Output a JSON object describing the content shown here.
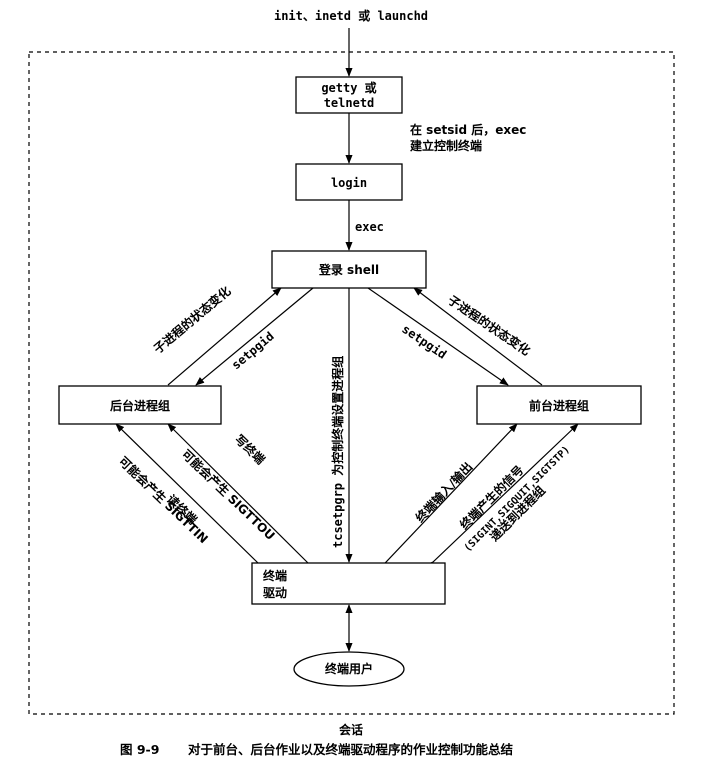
{
  "top_label": "init、inetd 或 launchd",
  "nodes": {
    "getty_line1": "getty 或",
    "getty_line2": "telnetd",
    "login": "login",
    "login_shell": "登录 shell",
    "background": "后台进程组",
    "foreground": "前台进程组",
    "driver_line1": "终端",
    "driver_line2": "驱动",
    "user": "终端用户"
  },
  "edges": {
    "setsid_line1": "在 setsid 后，exec",
    "setsid_line2": "建立控制终端",
    "exec": "exec",
    "child_change_left": "子进程的状态变化",
    "child_change_right": "子进程的状态变化",
    "setpgid_left": "setpgid",
    "setpgid_right": "setpgid",
    "tcsetpgrp": "tcsetpgrp 为控制终端设置进程组",
    "sigttin": "可能会产生 SIGTTIN",
    "read_terminal": "读终端",
    "sigttou": "可能会产生 SIGTTOU",
    "write_terminal": "写终端",
    "terminal_io": "终端输入/输出",
    "terminal_signals": "终端产生的信号",
    "signal_list": "(SIGINT,SIGQUIT,SIGTSTP)",
    "sent_to_group": "递送到进程组"
  },
  "session_label": "会话",
  "caption": {
    "number": "图 9-9",
    "text": "对于前台、后台作业以及终端驱动程序的作业控制功能总结"
  }
}
